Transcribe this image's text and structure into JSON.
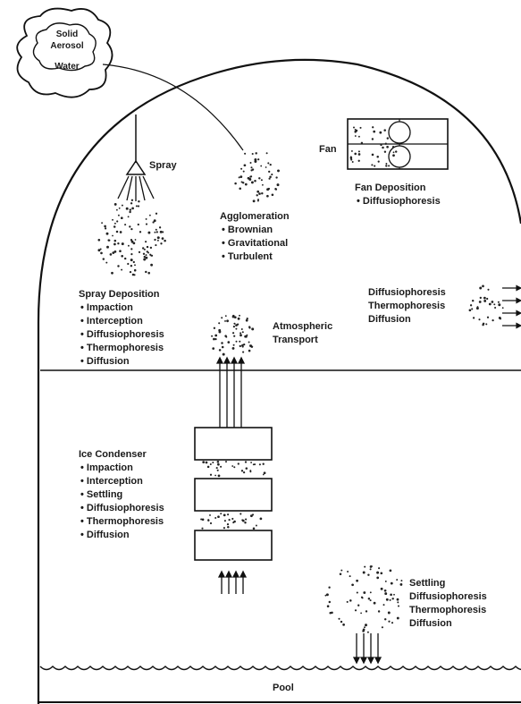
{
  "cloud": {
    "line1": "Solid",
    "line2": "Aerosol",
    "line3": "Water"
  },
  "spray": {
    "label": "Spray"
  },
  "fan": {
    "label": "Fan",
    "deposition_title": "Fan Deposition",
    "deposition_items": [
      "Diffusiophoresis"
    ]
  },
  "agglomeration": {
    "title": "Agglomeration",
    "items": [
      "Brownian",
      "Gravitational",
      "Turbulent"
    ]
  },
  "spray_deposition": {
    "title": "Spray Deposition",
    "items": [
      "Impaction",
      "Interception",
      "Diffusiophoresis",
      "Thermophoresis",
      "Diffusion"
    ]
  },
  "wall_deposition": {
    "items": [
      "Diffusiophoresis",
      "Thermophoresis",
      "Diffusion"
    ]
  },
  "atmospheric_transport": {
    "line1": "Atmospheric",
    "line2": "Transport"
  },
  "ice_condenser": {
    "title": "Ice Condenser",
    "items": [
      "Impaction",
      "Interception",
      "Settling",
      "Diffusiophoresis",
      "Thermophoresis",
      "Diffusion"
    ]
  },
  "pool_deposition": {
    "items": [
      "Settling",
      "Diffusiophoresis",
      "Thermophoresis",
      "Diffusion"
    ]
  },
  "pool": {
    "label": "Pool"
  }
}
